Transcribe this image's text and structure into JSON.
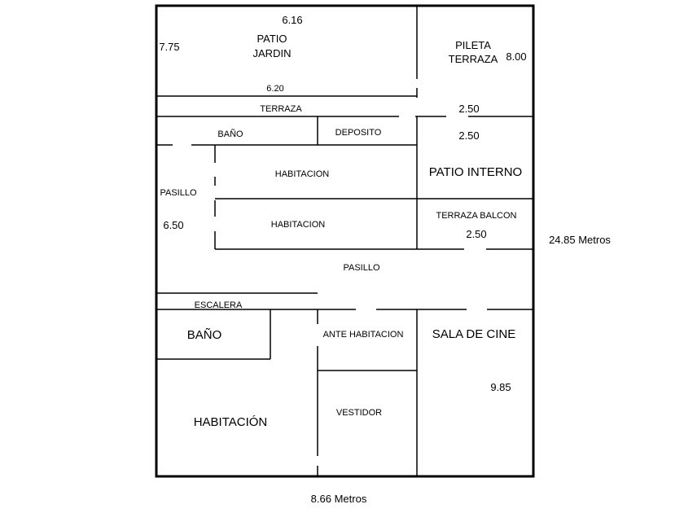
{
  "plan": {
    "rooms": {
      "patio_jardin_1": "PATIO",
      "patio_jardin_2": "JARDIN",
      "pileta_terraza_1": "PILETA",
      "pileta_terraza_2": "TERRAZA",
      "terraza": "TERRAZA",
      "bano_top": "BAÑO",
      "deposito": "DEPOSITO",
      "patio_interno": "PATIO INTERNO",
      "pasillo_left": "PASILLO",
      "habitacion_1": "HABITACION",
      "habitacion_2": "HABITACION",
      "terraza_balcon": "TERRAZA BALCON",
      "pasillo_center": "PASILLO",
      "escalera": "ESCALERA",
      "bano_bottom": "BAÑO",
      "ante_habitacion": "ANTE HABITACION",
      "sala_de_cine": "SALA DE CINE",
      "vestidor": "VESTIDOR",
      "habitacion_main": "HABITACIÓN"
    },
    "dimensions": {
      "patio_width": "6.16",
      "patio_depth": "7.75",
      "pileta_depth": "8.00",
      "terraza_width": "6.20",
      "terraza_right_1": "2.50",
      "terraza_right_2": "2.50",
      "pasillo_depth": "6.50",
      "balcon_depth": "2.50",
      "total_length": "24.85 Metros",
      "sala_depth": "9.85",
      "total_width": "8.66 Metros"
    }
  }
}
